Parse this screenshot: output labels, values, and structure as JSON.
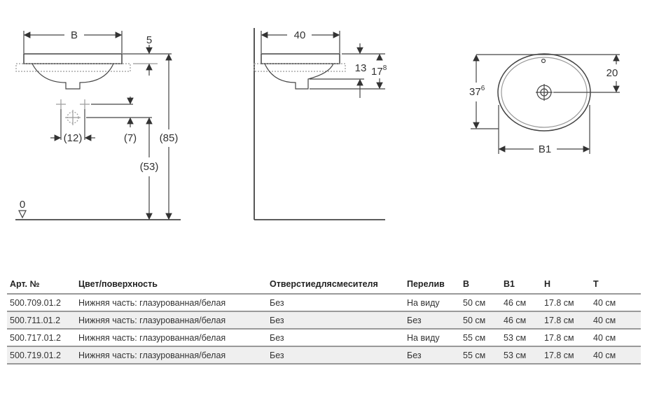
{
  "drawing": {
    "front": {
      "width_label": "B",
      "rim_label": "5",
      "faucet_spacing": "(12)",
      "faucet_offset": "(7)",
      "height_total": "(85)",
      "height_tap": "(53)",
      "floor_label": "0"
    },
    "side": {
      "depth_label": "40",
      "bowl_label": "13",
      "height_main": "17",
      "height_sup": "8"
    },
    "top": {
      "drain_offset": "20",
      "length_main": "37",
      "length_sup": "6",
      "width_label": "B1"
    }
  },
  "table": {
    "headers": [
      "Арт. №",
      "Цвет/поверхность",
      "Отверстиедлясмесителя",
      "Перелив",
      "B",
      "B1",
      "H",
      "T"
    ],
    "rows": [
      [
        "500.709.01.2",
        "Нижняя часть: глазурованная/белая",
        "Без",
        "На виду",
        "50 см",
        "46 см",
        "17.8 см",
        "40 см"
      ],
      [
        "500.711.01.2",
        "Нижняя часть: глазурованная/белая",
        "Без",
        "Без",
        "50 см",
        "46 см",
        "17.8 см",
        "40 см"
      ],
      [
        "500.717.01.2",
        "Нижняя часть: глазурованная/белая",
        "Без",
        "На виду",
        "55 см",
        "53 см",
        "17.8 см",
        "40 см"
      ],
      [
        "500.719.01.2",
        "Нижняя часть: глазурованная/белая",
        "Без",
        "Без",
        "55 см",
        "53 см",
        "17.8 см",
        "40 см"
      ]
    ]
  }
}
